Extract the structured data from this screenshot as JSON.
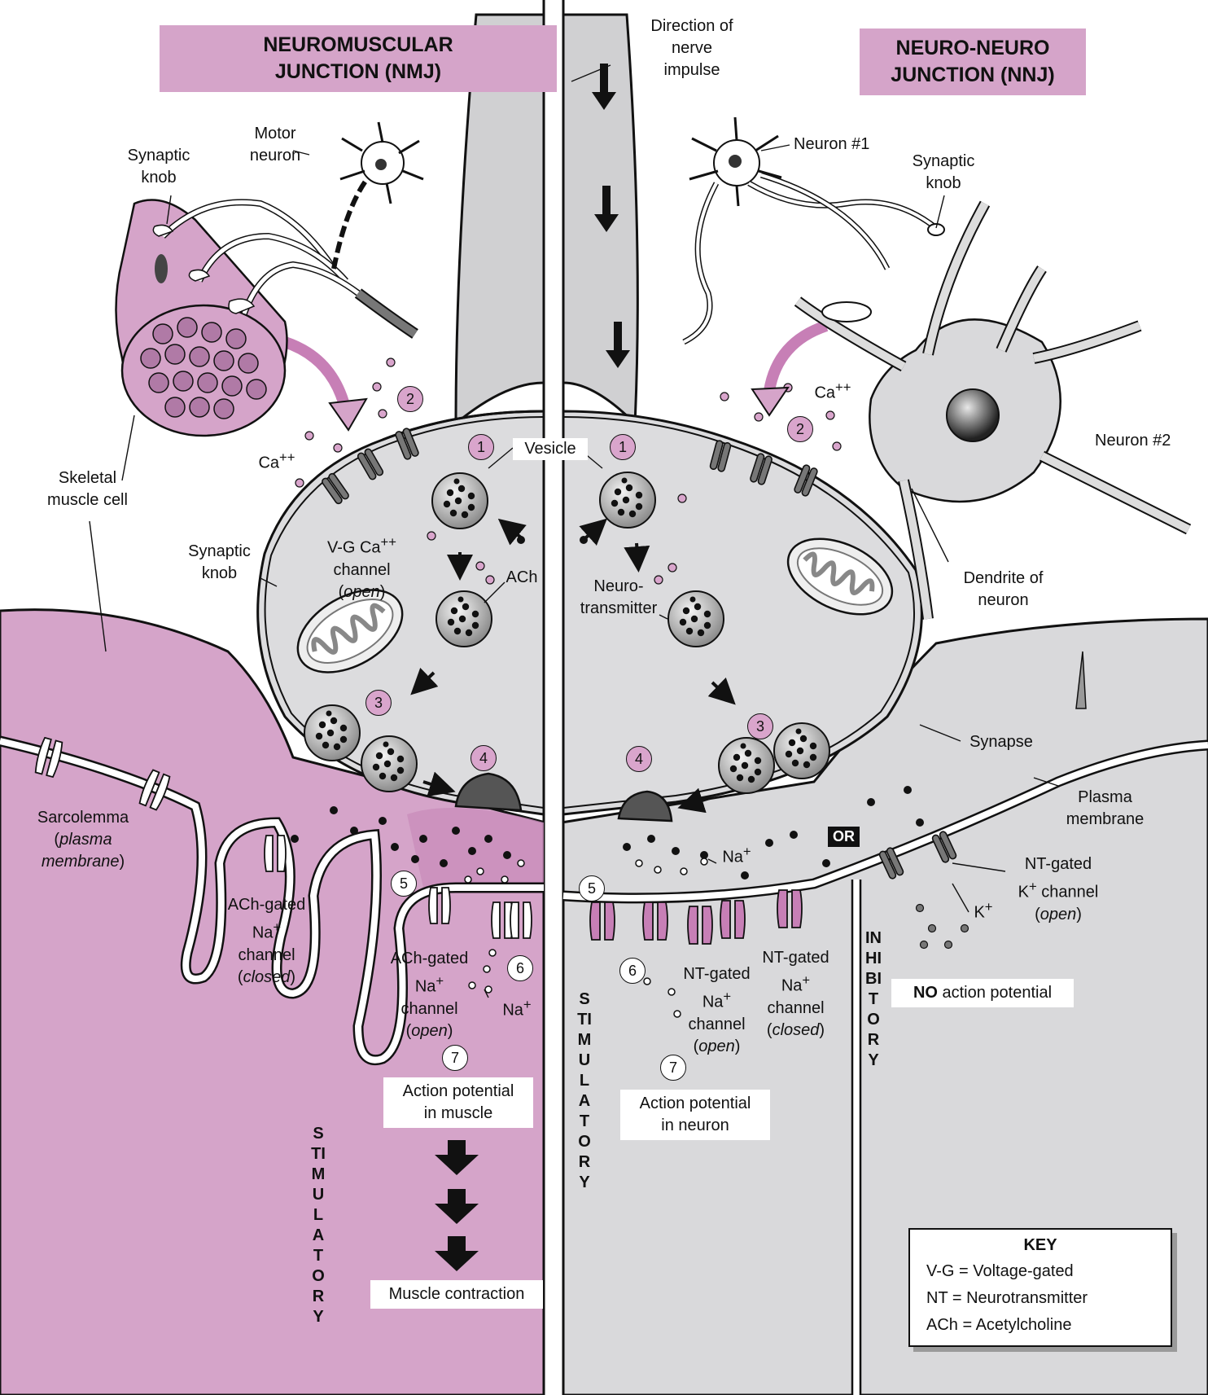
{
  "titles": {
    "nmj": "NEUROMUSCULAR\nJUNCTION (NMJ)",
    "nnj": "NEURO-NEURO\nJUNCTION (NNJ)"
  },
  "labels": {
    "direction": "Direction of\nnerve\nimpulse",
    "motor_neuron": "Motor\nneuron",
    "synaptic_knob_top_left": "Synaptic\nknob",
    "neuron1": "Neuron #1",
    "synaptic_knob_top_right": "Synaptic\nknob",
    "neuron2": "Neuron #2",
    "skeletal_muscle": "Skeletal\nmuscle cell",
    "synaptic_knob_left": "Synaptic\nknob",
    "ca_left": "Ca",
    "ca_left_sup": "++",
    "ca_right": "Ca",
    "ca_right_sup": "++",
    "vesicle": "Vesicle",
    "vg_channel_name": "V-G Ca",
    "vg_channel_sup": "++",
    "vg_channel_line2": "channel",
    "vg_channel_state": "open",
    "ach": "ACh",
    "neurotransmitter": "Neuro-\ntransmitter",
    "dendrite": "Dendrite of\nneuron",
    "synapse": "Synapse",
    "plasma_membrane": "Plasma\nmembrane",
    "sarcolemma": "Sarcolemma",
    "sarcolemma_sub1": "plasma",
    "sarcolemma_sub2": "membrane",
    "ach_closed_line1": "ACh-gated",
    "ach_closed_na": "Na",
    "ach_closed_line3": "channel",
    "ach_closed_state": "closed",
    "ach_open_line1": "ACh-gated",
    "ach_open_na": "Na",
    "ach_open_line3": "channel",
    "ach_open_state": "open",
    "na_left": "Na",
    "na_mid": "Na",
    "nt_open_line1": "NT-gated",
    "nt_open_na": "Na",
    "nt_open_line3": "channel",
    "nt_open_state": "open",
    "nt_closed_line1": "NT-gated",
    "nt_closed_na": "Na",
    "nt_closed_line3": "channel",
    "nt_closed_state": "closed",
    "nt_k_line1": "NT-gated",
    "nt_k_k": "K",
    "nt_k_line3": "channel",
    "nt_k_state": "open",
    "k_ion": "K",
    "plus": "+",
    "or": "OR",
    "no_ap_bold": "NO",
    "no_ap_rest": " action potential",
    "ap_muscle": "Action potential\nin muscle",
    "muscle_contraction": "Muscle contraction",
    "ap_neuron": "Action potential\nin neuron"
  },
  "steps": [
    "1",
    "2",
    "3",
    "4",
    "5",
    "6",
    "7"
  ],
  "vertical": {
    "stim_left": "STIMULATORY",
    "stim_center": "STIMULATORY",
    "inhib": "INHIBITORY"
  },
  "key": {
    "title": "KEY",
    "rows": [
      "V-G  = Voltage-gated",
      "NT   = Neurotransmitter",
      "ACh = Acetylcholine"
    ]
  },
  "colors": {
    "pink": "#d5a4c9",
    "grey": "#d9d9db",
    "ink": "#111111",
    "pink_dark": "#c77fb6"
  }
}
